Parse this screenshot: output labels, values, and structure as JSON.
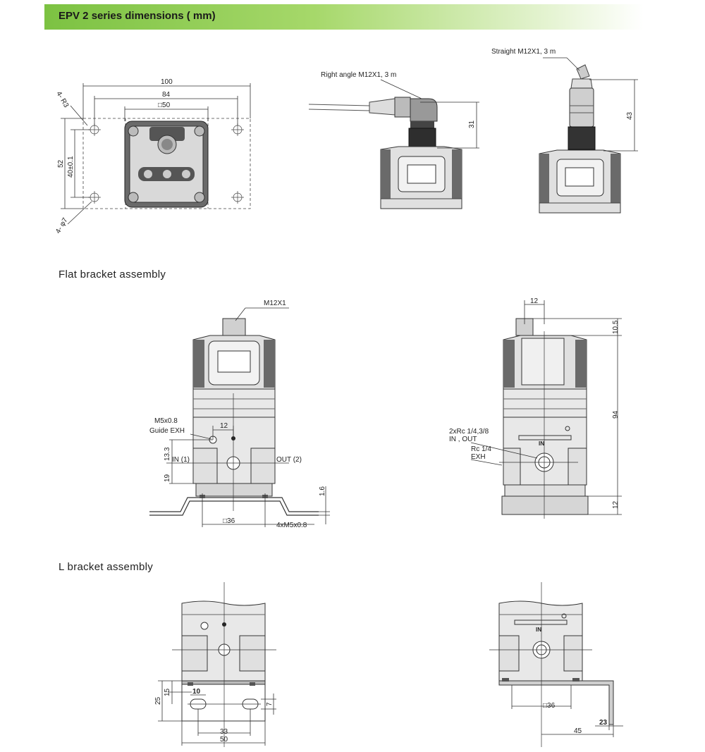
{
  "header": {
    "title": "EPV 2 series dimensions ( mm)",
    "color": "#7cc242"
  },
  "sections": {
    "flat_bracket": "Flat bracket assembly",
    "l_bracket": "L bracket assembly"
  },
  "top_view": {
    "dim_100": "100",
    "dim_84": "84",
    "dim_50": "□50",
    "dim_52": "52",
    "dim_40": "40±0.1",
    "corner_radius": "4- R3",
    "hole_dia": "4- φ7"
  },
  "right_angle": {
    "label": "Right angle M12X1, 3 m",
    "dim_31": "31"
  },
  "straight": {
    "label": "Straight M12X1, 3 m",
    "dim_43": "43"
  },
  "flat_front": {
    "m12": "M12X1",
    "m5": "M5x0.8",
    "guide": "Guide EXH",
    "dim_12": "12",
    "dim_13_3": "13.3",
    "in": "IN (1)",
    "out": "OUT (2)",
    "dim_19": "19",
    "dim_1_6": "1.6",
    "dim_36": "□36",
    "holes": "4xM5x0.8"
  },
  "flat_side": {
    "dim_12": "12",
    "dim_10_5": "10.5",
    "dim_94": "94",
    "dim_12b": "12",
    "ports": "2xRc 1/4,3/8",
    "in_out": "IN , OUT",
    "rc": "Rc 1/4",
    "exh": "EXH",
    "in_mark": "IN"
  },
  "l_front": {
    "dim_25": "25",
    "dim_15": "15",
    "dim_10": "10",
    "dim_7": "7",
    "dim_33": "33",
    "dim_50": "50"
  },
  "l_side": {
    "dim_36": "□36",
    "dim_23": "23",
    "dim_45": "45",
    "in_mark": "IN"
  }
}
